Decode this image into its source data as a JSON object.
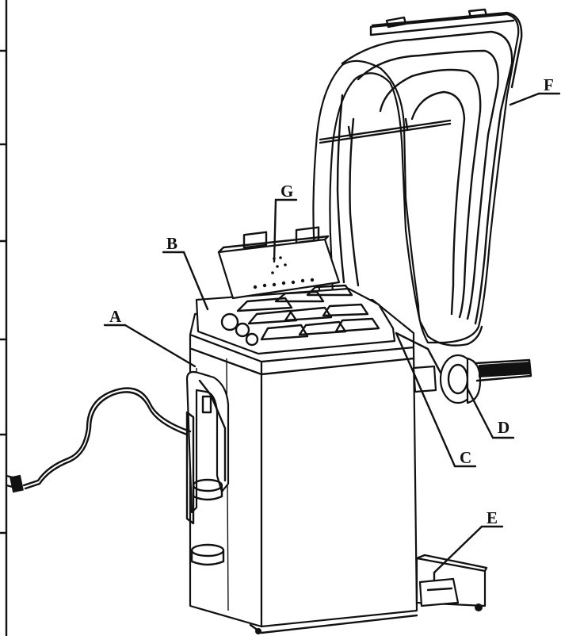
{
  "diagram": {
    "callouts": [
      {
        "id": "A",
        "text": "A"
      },
      {
        "id": "B",
        "text": "B"
      },
      {
        "id": "C",
        "text": "C"
      },
      {
        "id": "D",
        "text": "D"
      },
      {
        "id": "E",
        "text": "E"
      },
      {
        "id": "F",
        "text": "F"
      },
      {
        "id": "G",
        "text": "G"
      }
    ]
  }
}
